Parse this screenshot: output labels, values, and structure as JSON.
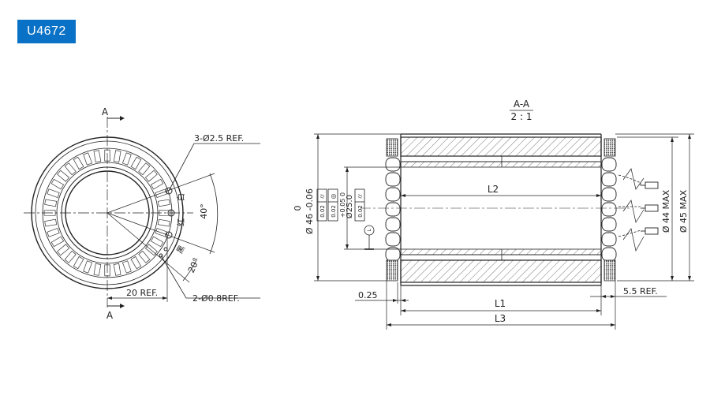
{
  "badge": "U4672",
  "front_view": {
    "section_mark": "A",
    "holes_large": "3-Ø2.5 REF.",
    "holes_small": "2-Ø0.8REF.",
    "dim_offset": "20 REF.",
    "angle_large": "40°",
    "angle_small": "20°",
    "wire_white": "白",
    "wire_red": "红",
    "wire_black": "黑"
  },
  "section_view": {
    "title": "A-A",
    "scale": "2 : 1",
    "l1": "L1",
    "l2": "L2",
    "l3": "L3",
    "gap": "0.25",
    "ref_left": "5.5 REF.",
    "outer_dia_tol_top": "0",
    "outer_dia": "Ø 46 -0.06",
    "inner_dia": "Ø25.0",
    "inner_dia_tol": "+0.05 0",
    "gdt_1": "0.02",
    "gdt_2": "0.02",
    "gdt_3": "0.02",
    "datum": "L",
    "dia_44": "Ø 44 MAX",
    "dia_45": "Ø 45 MAX"
  },
  "colors": {
    "badge_bg": "#0a72c6",
    "badge_text": "#ffffff",
    "line": "#222222"
  }
}
